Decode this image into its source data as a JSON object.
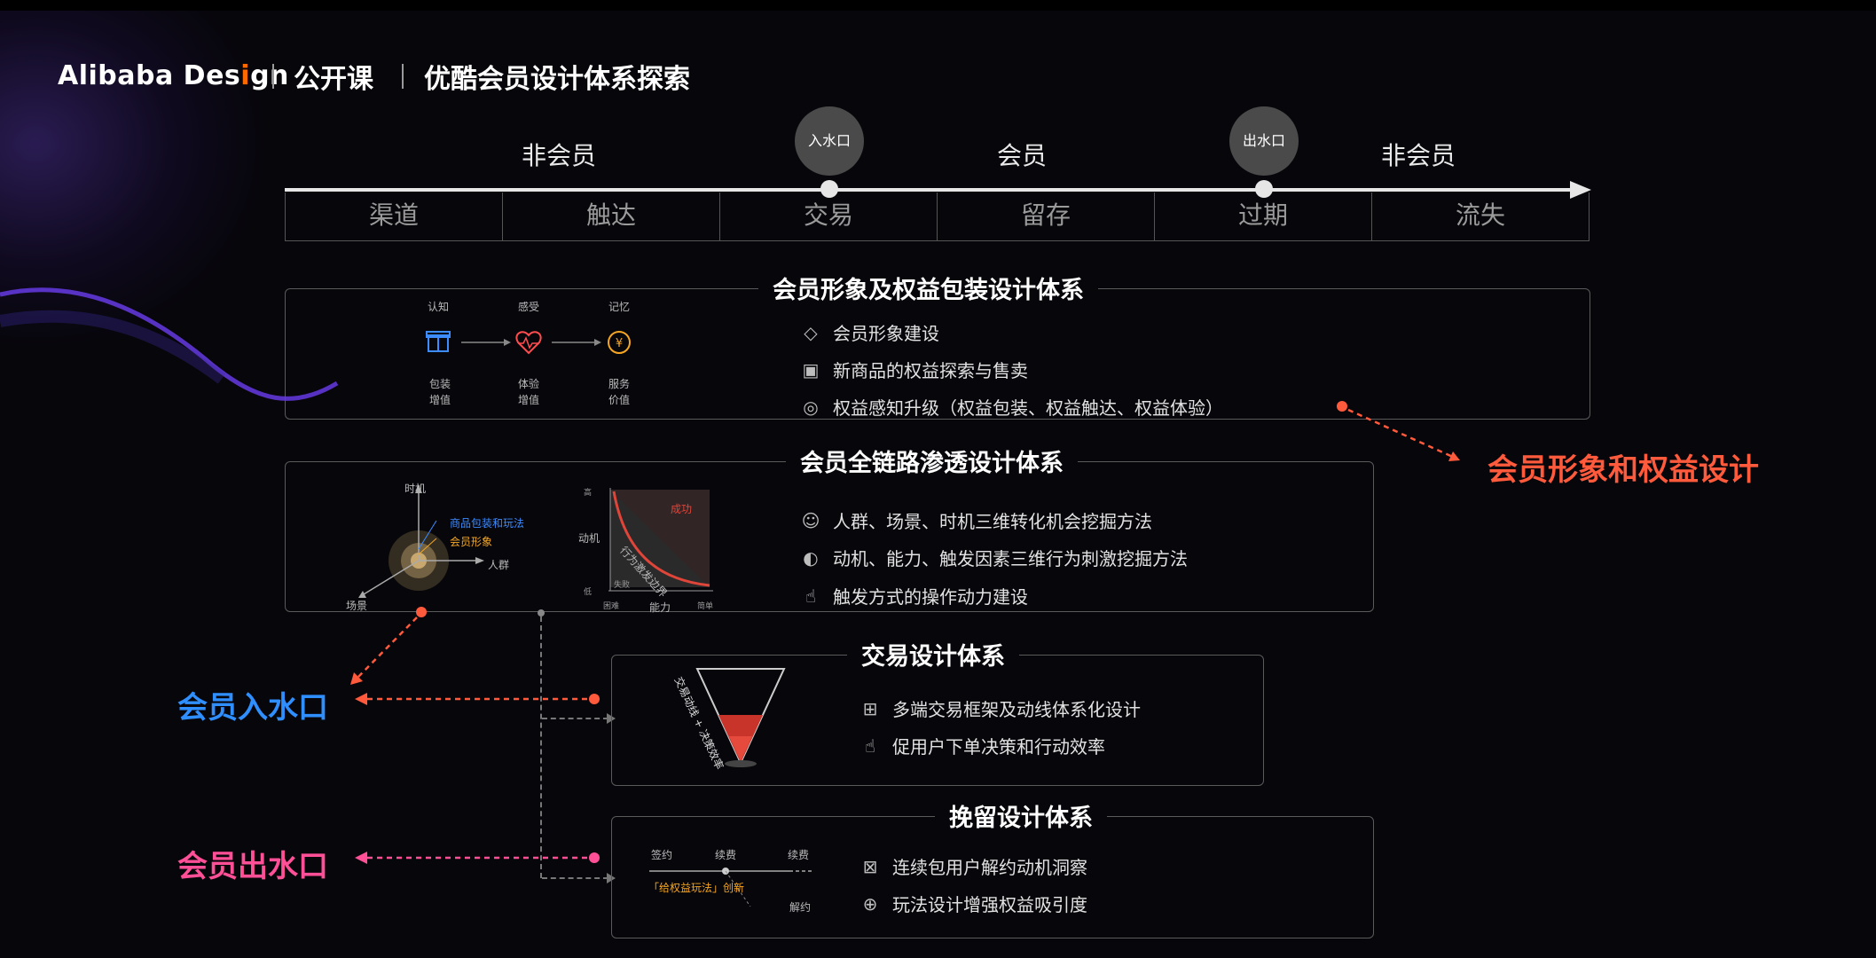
{
  "header": {
    "brand_prefix": "Alibaba Des",
    "brand_i": "i",
    "brand_suffix": "gn",
    "course": "公开课",
    "title": "优酷会员设计体系探索"
  },
  "timeline": {
    "phases": [
      "非会员",
      "会员",
      "非会员"
    ],
    "markers": [
      "入水口",
      "出水口"
    ],
    "stages": [
      "渠道",
      "触达",
      "交易",
      "留存",
      "过期",
      "流失"
    ]
  },
  "box1": {
    "title": "会员形象及权益包装设计体系",
    "flow": [
      {
        "top": "认知",
        "bottom1": "包装",
        "bottom2": "增值",
        "icon": "gift-icon",
        "color": "#3d8cff"
      },
      {
        "top": "感受",
        "bottom1": "体验",
        "bottom2": "增值",
        "icon": "heartbeat-icon",
        "color": "#ff4d4f"
      },
      {
        "top": "记忆",
        "bottom1": "服务",
        "bottom2": "价值",
        "icon": "yen-coin-icon",
        "color": "#f5a623"
      }
    ],
    "items": [
      {
        "text": "会员形象建设",
        "icon": "diamond-icon"
      },
      {
        "text": "新商品的权益探索与售卖",
        "icon": "gift-box-icon"
      },
      {
        "text": "权益感知升级（权益包装、权益触达、权益体验）",
        "icon": "ad-badge-icon"
      }
    ]
  },
  "callout_right": "会员形象和权益设计",
  "box2": {
    "title": "会员全链路渗透设计体系",
    "axis3d": {
      "top": "时机",
      "right": "人群",
      "left": "场景",
      "label_blue": "商品包装和玩法",
      "label_orange": "会员形象"
    },
    "curve": {
      "y_label": "动机",
      "x_label": "能力",
      "curve_label": "行为激发边界",
      "success": "成功",
      "fail": "失败",
      "y_top": "高",
      "y_bottom": "低",
      "x_left": "困难",
      "x_right": "简单"
    },
    "items": [
      {
        "text": "人群、场景、时机三维转化机会挖掘方法",
        "icon": "people-icon"
      },
      {
        "text": "动机、能力、触发因素三维行为刺激挖掘方法",
        "icon": "head-icon"
      },
      {
        "text": "触发方式的操作动力建设",
        "icon": "tap-hand-icon"
      }
    ]
  },
  "box3": {
    "title": "交易设计体系",
    "funnel_label": "交易动线 + 决策效率",
    "items": [
      {
        "text": "多端交易框架及动线体系化设计",
        "icon": "hierarchy-icon"
      },
      {
        "text": "促用户下单决策和行动效率",
        "icon": "tap-hand-icon"
      }
    ]
  },
  "box4": {
    "title": "挽留设计体系",
    "line": {
      "a": "签约",
      "b": "续费",
      "c": "续费",
      "cancel": "解约",
      "tag": "「给权益玩法」创新"
    },
    "items": [
      {
        "text": "连续包用户解约动机洞察",
        "icon": "doc-cancel-icon"
      },
      {
        "text": "玩法设计增强权益吸引度",
        "icon": "gamepad-icon"
      }
    ]
  },
  "left_labels": {
    "inlet": "会员入水口",
    "outlet": "会员出水口"
  },
  "colors": {
    "accent_red": "#ff5a3c",
    "blue": "#2f8fff",
    "pink": "#ff4f97"
  }
}
